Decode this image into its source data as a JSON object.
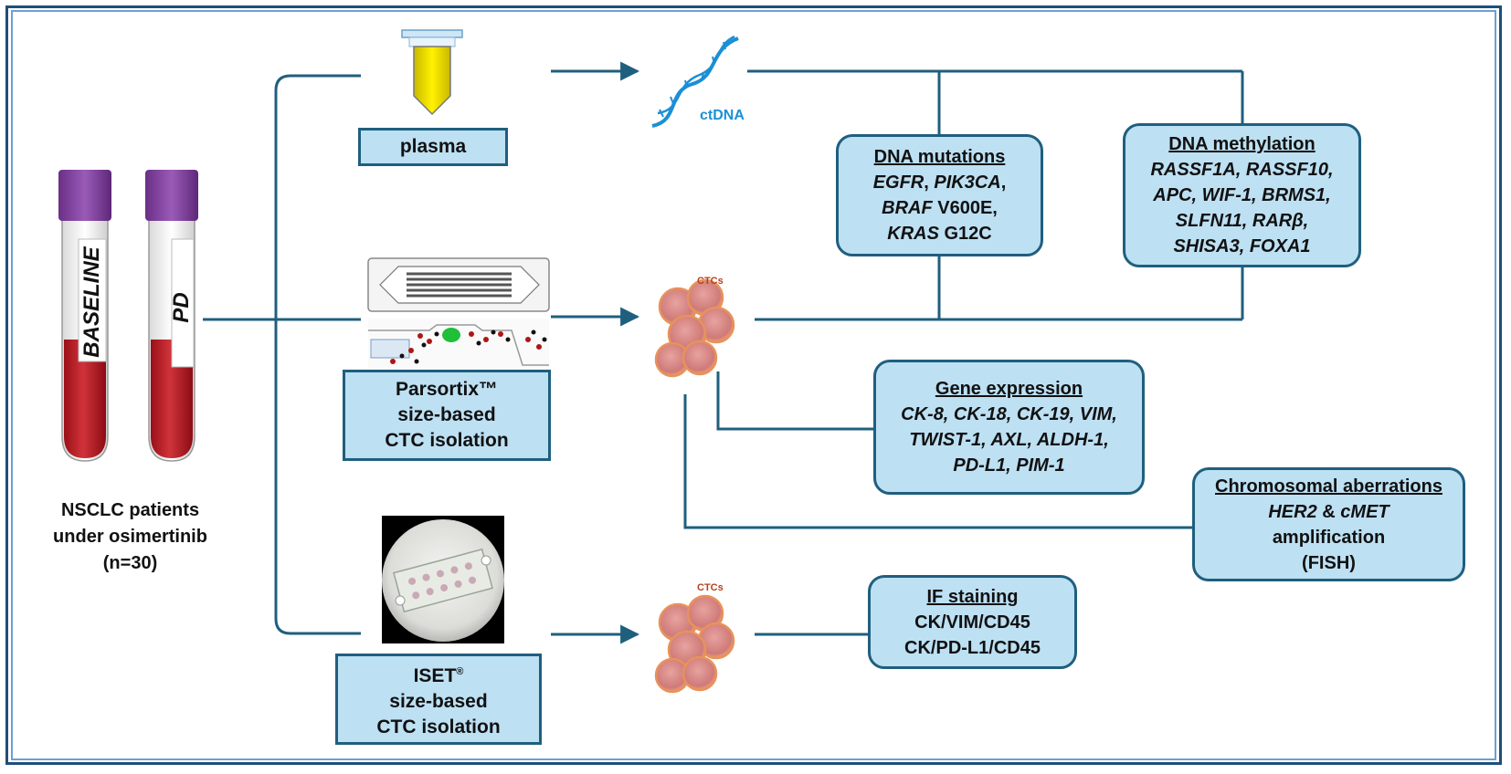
{
  "patients": {
    "tube_baseline": "BASELINE",
    "tube_pd": "PD",
    "caption_line1": "NSCLC patients",
    "caption_line2": "under osimertinib",
    "caption_line3": "(n=30)"
  },
  "methods": {
    "plasma": "plasma",
    "parsortix_line1": "Parsortix™",
    "parsortix_line2": "size-based",
    "parsortix_line3": "CTC isolation",
    "iset_line1": "ISET",
    "iset_sup": "®",
    "iset_line2": "size-based",
    "iset_line3": "CTC isolation"
  },
  "analytes": {
    "ctdna": "ctDNA",
    "ctcs_1": "CTCs",
    "ctcs_2": "CTCs"
  },
  "analyses": {
    "dna_mutations": {
      "title": "DNA mutations",
      "line1_a": "EGFR",
      "line1_b": ", ",
      "line1_c": "PIK3CA",
      "line1_d": ",",
      "line2_a": "BRAF",
      "line2_b": " V600E,",
      "line3_a": "KRAS",
      "line3_b": " G12C"
    },
    "dna_methylation": {
      "title": "DNA methylation",
      "line1": "RASSF1A, RASSF10,",
      "line2": "APC, WIF-1, BRMS1,",
      "line3": "SLFN11, RARβ,",
      "line4": "SHISA3, FOXA1"
    },
    "gene_expression": {
      "title": "Gene expression",
      "line1": "CK-8, CK-18, CK-19, VIM,",
      "line2": "TWIST-1, AXL, ALDH-1,",
      "line3": "PD-L1, PIM-1"
    },
    "chromosomal": {
      "title": "Chromosomal aberrations",
      "line1_a": "HER2",
      "line1_b": " & ",
      "line1_c": "cMET",
      "line2": "amplification",
      "line3": "(FISH)"
    },
    "if_staining": {
      "title": "IF staining",
      "line1": "CK/VIM/CD45",
      "line2": "CK/PD-L1/CD45"
    }
  },
  "colors": {
    "connector": "#1f5f7e",
    "box_fill": "#bde0f3",
    "tube_cap": "#7d3f9b",
    "blood": "#b3141c",
    "ctdna": "#1b8fd6"
  }
}
